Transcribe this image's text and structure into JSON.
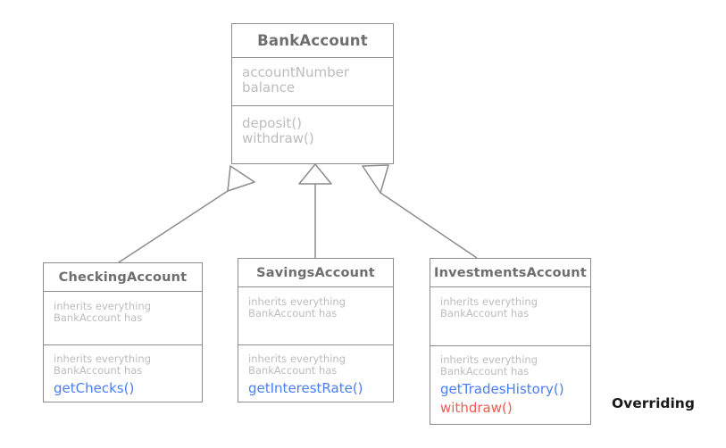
{
  "diagram": {
    "type": "uml-class-diagram",
    "title_label": "Overriding",
    "line_color": "#8c8c8c",
    "class_name_color": "#6e6e6e",
    "inherited_text_color": "#bcbcbc",
    "new_method_color": "#4a7ef0",
    "overridden_method_color": "#f15b52",
    "background": "#ffffff"
  },
  "root_class": {
    "name": "BankAccount",
    "attributes": [
      "accountNumber",
      "balance"
    ],
    "operations": [
      "deposit()",
      "withdraw()"
    ]
  },
  "child_classes": [
    {
      "id": "checking",
      "name": "CheckingAccount",
      "attributes_note_line1": "inherits everything",
      "attributes_note_line2": "BankAccount has",
      "operations_note_line1": "inherits everything",
      "operations_note_line2": "BankAccount has",
      "methods": [
        {
          "label": "getChecks()",
          "style": "new"
        }
      ]
    },
    {
      "id": "savings",
      "name": "SavingsAccount",
      "attributes_note_line1": "inherits everything",
      "attributes_note_line2": "BankAccount has",
      "operations_note_line1": "inherits everything",
      "operations_note_line2": "BankAccount has",
      "methods": [
        {
          "label": "getInterestRate()",
          "style": "new"
        }
      ]
    },
    {
      "id": "investments",
      "name": "InvestmentsAccount",
      "attributes_note_line1": "inherits everything",
      "attributes_note_line2": "BankAccount has",
      "operations_note_line1": "inherits everything",
      "operations_note_line2": "BankAccount has",
      "methods": [
        {
          "label": "getTradesHistory()",
          "style": "new"
        },
        {
          "label": "withdraw()",
          "style": "overridden"
        }
      ]
    }
  ],
  "relationships": [
    {
      "from": "CheckingAccount",
      "to": "BankAccount",
      "kind": "generalization"
    },
    {
      "from": "SavingsAccount",
      "to": "BankAccount",
      "kind": "generalization"
    },
    {
      "from": "InvestmentsAccount",
      "to": "BankAccount",
      "kind": "generalization"
    }
  ],
  "annotation": {
    "label": "Overriding"
  }
}
